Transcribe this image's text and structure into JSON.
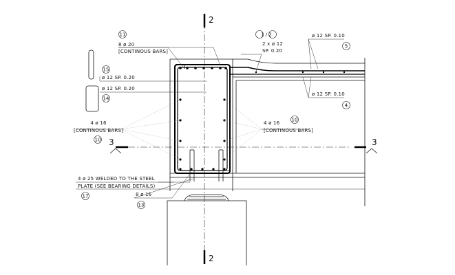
{
  "sections": {
    "section_2_top": "2",
    "section_2_bottom": "2",
    "section_3_left": "3",
    "section_3_right": "3"
  },
  "labels": {
    "l11_value": "8 ø 20",
    "l11_desc": "[CONTINOUS BARS]",
    "l11_tag": "11",
    "l12_tag": "1 / 2",
    "l12_value": "2 x ø 12",
    "l12_desc": "SP. 0.20",
    "l5_value": "ø 12 SP. 0.10",
    "l5_tag": "5",
    "l4_value": "ø 12 SP. 0.10",
    "l4_tag": "4",
    "l15_tag": "15",
    "l15_value": "ø 12 SP. 0.20",
    "l14_value": "ø 12 SP. 0.20",
    "l14_tag": "14",
    "l10L_value": "4 ø 16",
    "l10L_desc": "[CONTINOUS BARS]",
    "l10L_tag": "10",
    "l10R_value": "4 ø 16",
    "l10R_desc": "[CONTINOUS BARS]",
    "l10R_tag": "10",
    "l17_line1": "4 ø 25 WELDED TO THE STEEL",
    "l17_line2": "PLATE (SEE BEARING DETAILS)",
    "l17_tag": "17",
    "l13_value": "8 ø 16",
    "l13_tag": "13"
  }
}
